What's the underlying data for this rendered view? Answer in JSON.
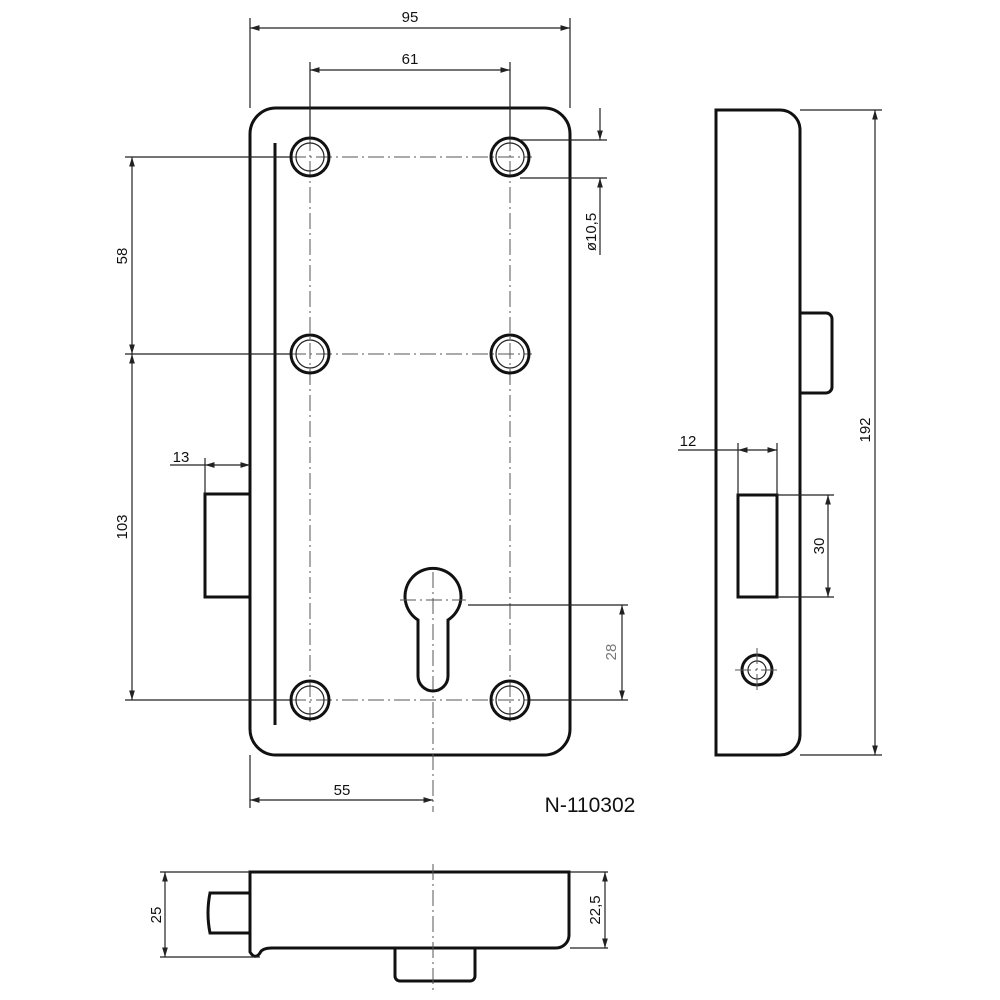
{
  "part_number": "N-110302",
  "dimensions": {
    "overall_width": "95",
    "hole_spacing_horizontal": "61",
    "hole_spacing_upper": "58",
    "hole_spacing_lower": "103",
    "bolt_projection_front": "13",
    "hole_diameter": "ø10,5",
    "keyhole_offset": "28",
    "backset": "55",
    "bolt_projection_side": "12",
    "bolt_height": "30",
    "overall_height": "192",
    "overall_depth": "25",
    "case_depth": "22,5"
  },
  "colors": {
    "line": "#111111",
    "background": "#ffffff"
  }
}
